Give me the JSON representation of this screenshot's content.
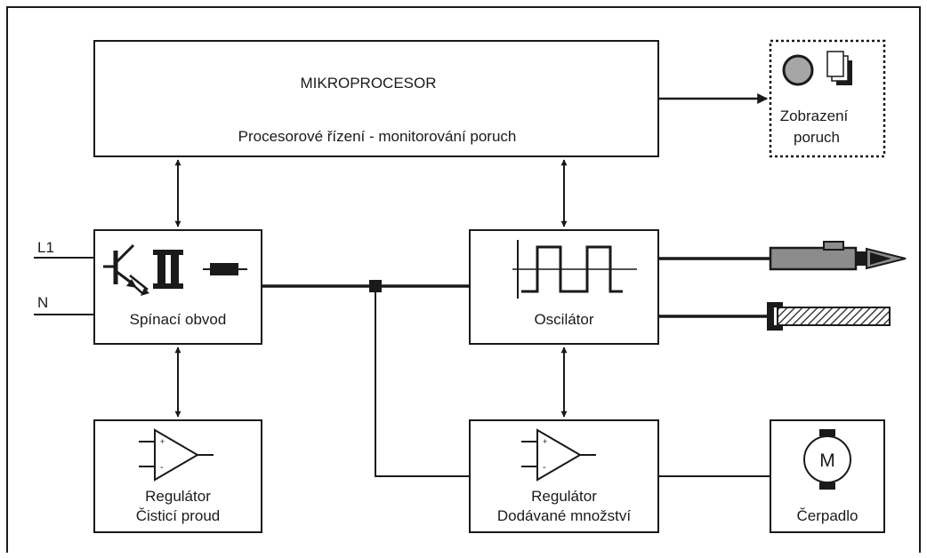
{
  "blocks": {
    "microprocessor": {
      "title": "MIKROPROCESOR",
      "subtitle": "Procesorové řízení - monitorování poruch"
    },
    "fault_display": {
      "line1": "Zobrazení",
      "line2": "poruch"
    },
    "switching_circuit": {
      "label": "Spínací obvod"
    },
    "oscillator": {
      "label": "Oscilátor"
    },
    "cleaning_regulator": {
      "line1": "Regulátor",
      "line2": "Čisticí proud"
    },
    "delivery_regulator": {
      "line1": "Regulátor",
      "line2": "Dodávané množství"
    },
    "pump": {
      "label": "Čerpadlo",
      "motor_symbol": "M"
    }
  },
  "inputs": {
    "l1": "L1",
    "n": "N"
  },
  "opamp_signs": {
    "plus": "+",
    "minus": "-"
  },
  "icons": [
    "transistor-icon",
    "transformer-icon",
    "resistor-icon",
    "square-wave-icon",
    "opamp-icon",
    "motor-icon",
    "lamp-icon",
    "document-icon",
    "handpiece-icon",
    "electrode-icon"
  ],
  "colors": {
    "line": "#1a1a1a",
    "lamp_fill": "#a6a6a6",
    "handpiece_fill": "#8c8c8c"
  }
}
